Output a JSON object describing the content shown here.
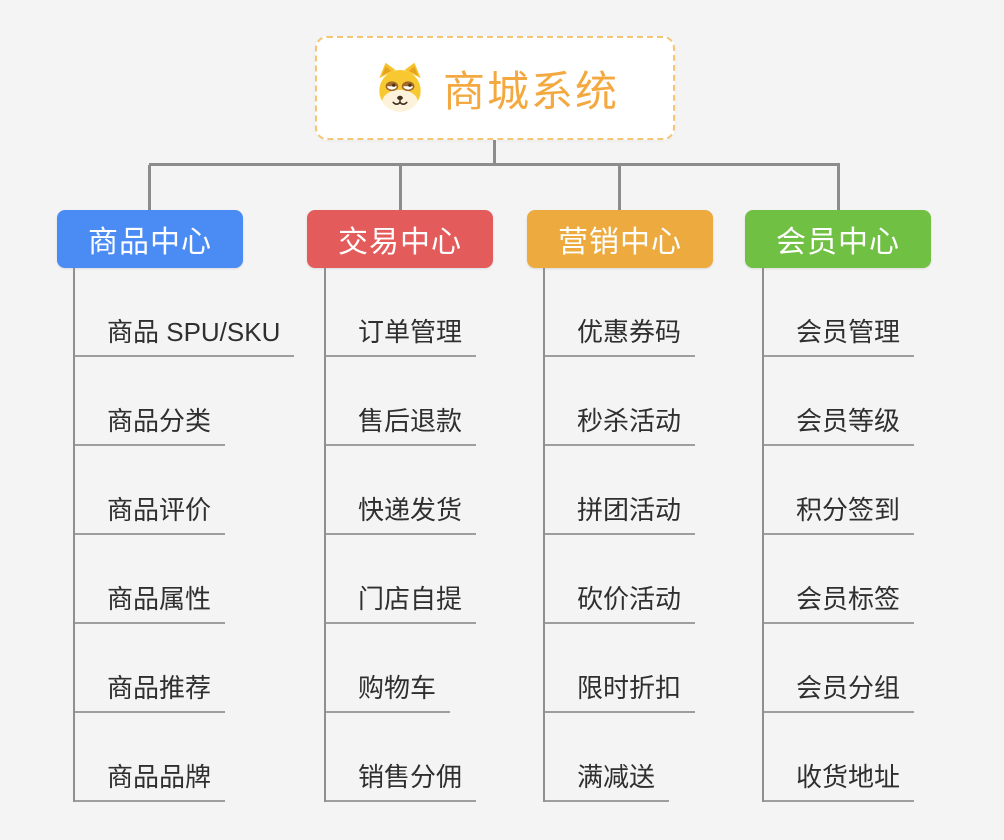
{
  "root": {
    "title": "商城系统",
    "icon": "dog-face-icon",
    "text_color": "#f3a940",
    "border_color": "#f6c475"
  },
  "branches": [
    {
      "label": "商品中心",
      "color": "#4b8cf4",
      "items": [
        "商品 SPU/SKU",
        "商品分类",
        "商品评价",
        "商品属性",
        "商品推荐",
        "商品品牌"
      ]
    },
    {
      "label": "交易中心",
      "color": "#e35b5b",
      "items": [
        "订单管理",
        "售后退款",
        "快递发货",
        "门店自提",
        "购物车",
        "销售分佣"
      ]
    },
    {
      "label": "营销中心",
      "color": "#ecaa3f",
      "items": [
        "优惠券码",
        "秒杀活动",
        "拼团活动",
        "砍价活动",
        "限时折扣",
        "满减送"
      ]
    },
    {
      "label": "会员中心",
      "color": "#6fc043",
      "items": [
        "会员管理",
        "会员等级",
        "积分签到",
        "会员标签",
        "会员分组",
        "收货地址"
      ]
    }
  ],
  "colors": {
    "background": "#f4f4f4",
    "connector": "#8c8c8c",
    "spine": "#8f8f8f",
    "underline": "#9e9e9e",
    "item_text": "#2f2f2f"
  }
}
